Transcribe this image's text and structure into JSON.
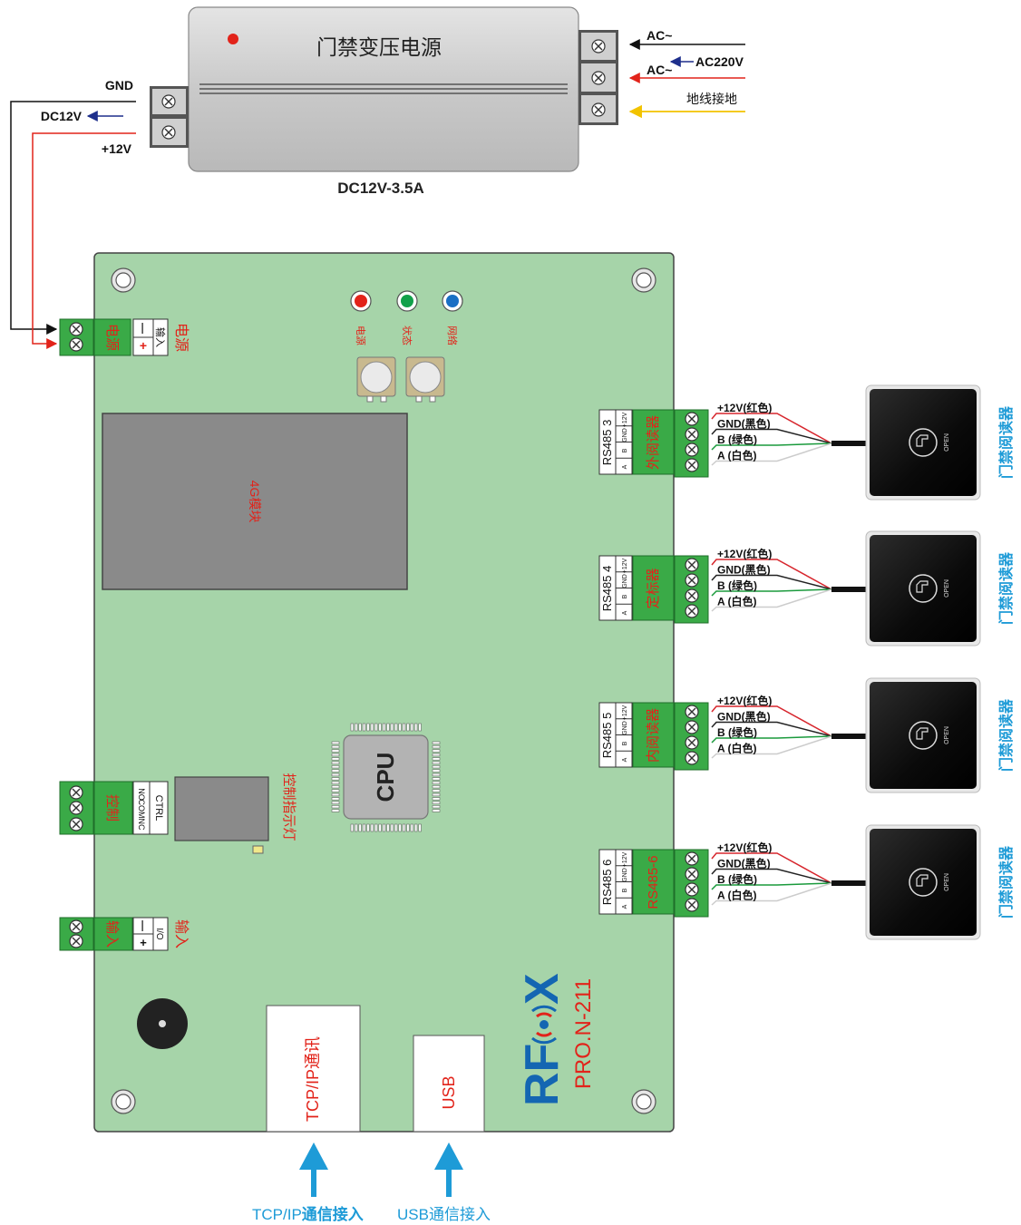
{
  "psu": {
    "title": "门禁变压电源",
    "model": "DC12V-3.5A",
    "ac_top": "AC~",
    "ac_bottom": "AC~",
    "ac_input": "AC220V",
    "ground": "地线接地",
    "gnd": "GND",
    "dc_out": "DC12V",
    "plus12": "+12V"
  },
  "board": {
    "power_terminal": {
      "label": "电源",
      "side_label": "电源",
      "minus": "—",
      "plus": "+",
      "input": "输入"
    },
    "leds": [
      {
        "label": "电源",
        "color": "#e2231a"
      },
      {
        "label": "状态",
        "color": "#12a04a"
      },
      {
        "label": "网络",
        "color": "#1a6fc4"
      }
    ],
    "module_4g": "4G模块",
    "cpu": "CPU",
    "control_terminal": {
      "label": "控制",
      "pins": [
        "CTRL",
        "NO",
        "COM",
        "NC"
      ],
      "side_label": "控制指示灯"
    },
    "input_terminal": {
      "label": "输入",
      "minus": "—",
      "plus": "+",
      "io": "I/O",
      "side_label": "输入"
    },
    "brand": "RF",
    "brand_x": "X",
    "model": "PRO.N-211",
    "tcpip_port": "TCP/IP通讯",
    "usb_port": "USB",
    "rs485_ports": [
      {
        "bus": "RS485 3",
        "label": "外阅读器"
      },
      {
        "bus": "RS485 4",
        "label": "定标器"
      },
      {
        "bus": "RS485 5",
        "label": "内阅读器"
      },
      {
        "bus": "RS485 6",
        "label": "RS485-6"
      }
    ],
    "rs485_pins": [
      "A",
      "B",
      "GND",
      "+12V"
    ]
  },
  "wires": [
    {
      "label": "+12V(红色)",
      "color": "#d7262d"
    },
    {
      "label": "GND(黑色)",
      "color": "#222222"
    },
    {
      "label": "B  (绿色)",
      "color": "#1a9a3c"
    },
    {
      "label": "A  (白色)",
      "color": "#cccccc"
    }
  ],
  "reader": {
    "label": "门禁阅读器",
    "open_text": "OPEN"
  },
  "bottom": {
    "tcpip_prefix": "TCP/IP",
    "tcpip_suffix": "通信接入",
    "usb_text": "USB通信接入"
  },
  "colors": {
    "board": "#a6d4a9",
    "terminal": "#3aaa47",
    "red_text": "#e2231a",
    "blue": "#1e9bd7",
    "brand_blue": "#1466b2"
  }
}
